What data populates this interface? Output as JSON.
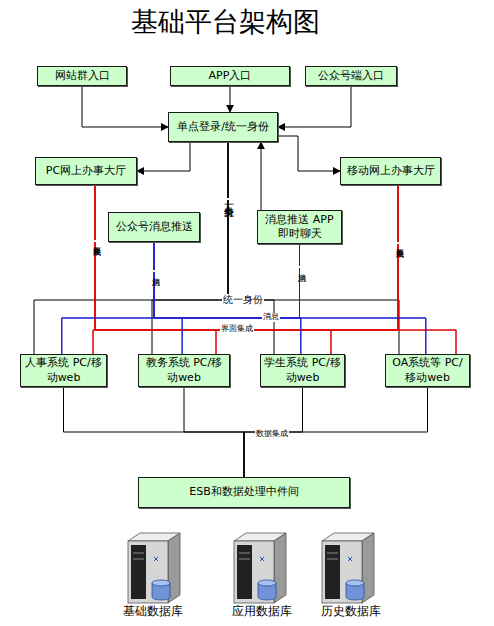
{
  "diagram": {
    "title": "基础平台架构图",
    "nodes": [
      {
        "text": [
          "网站群入口"
        ]
      },
      {
        "text": [
          "APP入口"
        ]
      },
      {
        "text": [
          "公众号端入口"
        ]
      },
      {
        "text": [
          "单点登录/统一身份"
        ]
      },
      {
        "text": [
          "PC网上办事大厅"
        ]
      },
      {
        "text": [
          "移动网上办事大厅"
        ]
      },
      {
        "text": [
          "公众号消息推送"
        ]
      },
      {
        "text": [
          "消息推送 APP即时聊天"
        ]
      },
      {
        "text": [
          "人事系统 PC/移动web"
        ]
      },
      {
        "text": [
          "教务系统 PC/移动web"
        ]
      },
      {
        "text": [
          "学生系统 PC/移动web"
        ]
      },
      {
        "text": [
          "OA系统等 PC/移动web"
        ]
      },
      {
        "text": [
          "ESB和数据处理中件间"
        ]
      }
    ],
    "edges": [
      {
        "from": 0,
        "to": 3,
        "arrow": "to"
      },
      {
        "from": 1,
        "to": 3,
        "arrow": "to"
      },
      {
        "from": 2,
        "to": 3,
        "arrow": "to"
      },
      {
        "from": 3,
        "to": 4,
        "arrow": "to"
      },
      {
        "from": 3,
        "to": 5,
        "arrow": "to"
      },
      {
        "from": 7,
        "to": 3,
        "arrow": "to"
      },
      {
        "from": 3,
        "to": 8,
        "arrow": "none"
      },
      {
        "from": 3,
        "to": 9,
        "arrow": "none"
      },
      {
        "from": 3,
        "to": 10,
        "arrow": "none"
      },
      {
        "from": 3,
        "to": 11,
        "arrow": "none"
      },
      {
        "from": 4,
        "to": 8,
        "arrow": "none"
      },
      {
        "from": 4,
        "to": 9,
        "arrow": "none"
      },
      {
        "from": 4,
        "to": 10,
        "arrow": "none"
      },
      {
        "from": 4,
        "to": 11,
        "arrow": "none"
      },
      {
        "from": 5,
        "to": 8,
        "arrow": "none"
      },
      {
        "from": 5,
        "to": 9,
        "arrow": "none"
      },
      {
        "from": 5,
        "to": 10,
        "arrow": "none"
      },
      {
        "from": 5,
        "to": 11,
        "arrow": "none"
      },
      {
        "from": 6,
        "to": 8,
        "arrow": "none"
      },
      {
        "from": 6,
        "to": 9,
        "arrow": "none"
      },
      {
        "from": 6,
        "to": 10,
        "arrow": "none"
      },
      {
        "from": 6,
        "to": 11,
        "arrow": "none"
      },
      {
        "from": 7,
        "to": 8,
        "arrow": "none"
      },
      {
        "from": 7,
        "to": 9,
        "arrow": "none"
      },
      {
        "from": 7,
        "to": 10,
        "arrow": "none"
      },
      {
        "from": 7,
        "to": 11,
        "arrow": "none"
      },
      {
        "from": 8,
        "to": 12,
        "arrow": "none"
      },
      {
        "from": 9,
        "to": 12,
        "arrow": "none"
      },
      {
        "from": 10,
        "to": 12,
        "arrow": "none"
      },
      {
        "from": 11,
        "to": 12,
        "arrow": "none"
      }
    ],
    "labels": [
      "统一身份",
      "统一身份",
      "界面集成",
      "消息",
      "消息",
      "界面集成",
      "消息",
      "界面集成",
      "数据集成",
      "基础数据库",
      "应用数据库",
      "历史数据库"
    ]
  }
}
